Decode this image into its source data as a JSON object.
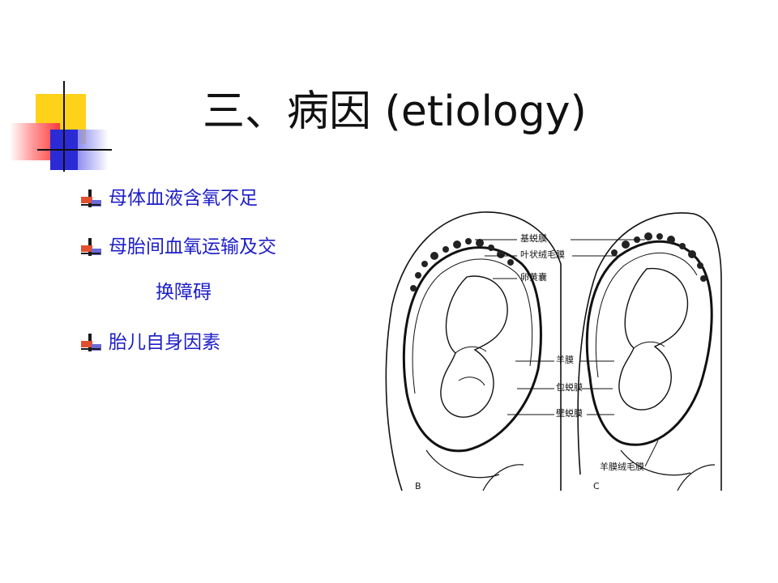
{
  "slide": {
    "title": "三、病因 (etiology)",
    "bullets": [
      {
        "text": "母体血液含氧不足"
      },
      {
        "text": "母胎间血氧运输及交",
        "continuation": "换障碍"
      },
      {
        "text": "胎儿自身因素"
      }
    ]
  },
  "figure": {
    "labels": {
      "decidua_basalis": "基蜕膜",
      "chorion_frondosum": "叶状绒毛膜",
      "yolk_sac": "卵黄囊",
      "amnion": "羊膜",
      "decidua_capsularis": "包蜕膜",
      "decidua_parietalis": "壁蜕膜",
      "amniochorion": "羊膜绒毛膜"
    },
    "panel_letters": [
      "B",
      "C"
    ]
  },
  "colors": {
    "bullet_text": "#1e1ec8",
    "title_text": "#111111",
    "deco_yellow": "#ffd21a",
    "deco_red": "#ff3b3b",
    "deco_blue": "#2b2bd6"
  }
}
